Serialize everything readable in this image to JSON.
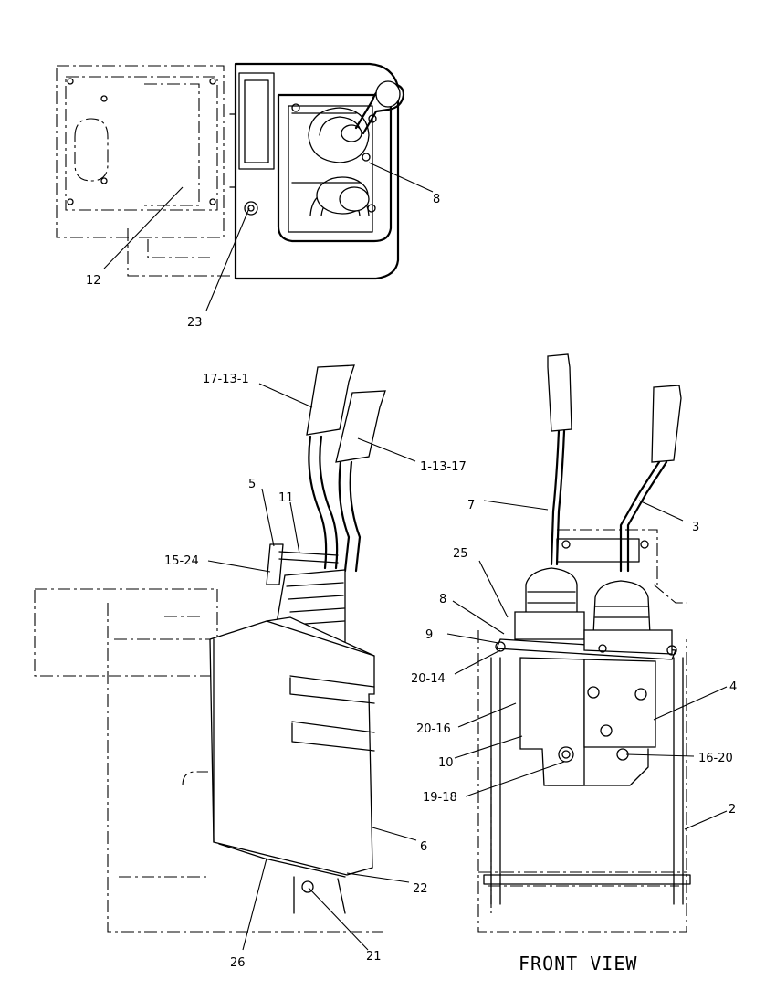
{
  "caption": "FRONT VIEW",
  "callouts": [
    {
      "id": "c8top",
      "text": "8"
    },
    {
      "id": "c12",
      "text": "12"
    },
    {
      "id": "c23",
      "text": "23"
    },
    {
      "id": "c17131",
      "text": "17-13-1"
    },
    {
      "id": "c11317",
      "text": "1-13-17"
    },
    {
      "id": "c5",
      "text": "5"
    },
    {
      "id": "c11",
      "text": "11"
    },
    {
      "id": "c1524",
      "text": "15-24"
    },
    {
      "id": "c6",
      "text": "6"
    },
    {
      "id": "c22",
      "text": "22"
    },
    {
      "id": "c21",
      "text": "21"
    },
    {
      "id": "c26",
      "text": "26"
    },
    {
      "id": "c7",
      "text": "7"
    },
    {
      "id": "c3",
      "text": "3"
    },
    {
      "id": "c25",
      "text": "25"
    },
    {
      "id": "c8front",
      "text": "8"
    },
    {
      "id": "c9",
      "text": "9"
    },
    {
      "id": "c2014",
      "text": "20-14"
    },
    {
      "id": "c4",
      "text": "4"
    },
    {
      "id": "c2016",
      "text": "20-16"
    },
    {
      "id": "c10",
      "text": "10"
    },
    {
      "id": "c1620",
      "text": "16-20"
    },
    {
      "id": "c1918",
      "text": "19-18"
    },
    {
      "id": "c2",
      "text": "2"
    }
  ]
}
